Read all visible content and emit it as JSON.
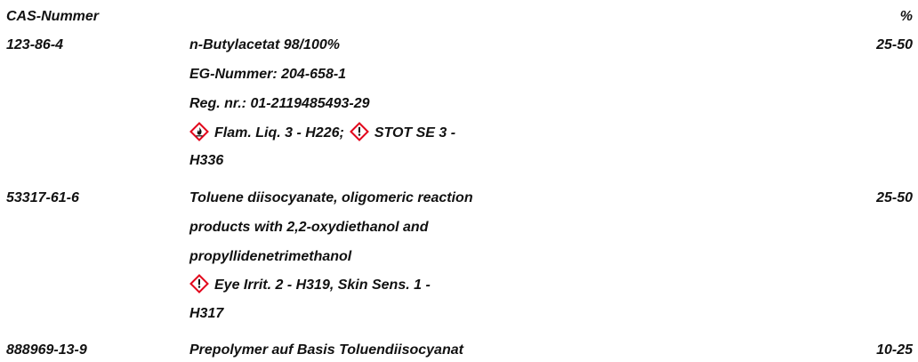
{
  "headers": {
    "cas": "CAS-Nummer",
    "percent": "%"
  },
  "colors": {
    "text": "#111111",
    "pictogram_border": "#e2001a",
    "pictogram_symbol": "#111111"
  },
  "rows": [
    {
      "cas": "123-86-4",
      "name": "n-Butylacetat 98/100%",
      "ec": "EG-Nummer: 204-658-1",
      "reg": "Reg. nr.: 01-2119485493-29",
      "hazard_icon_1": "flame-pictogram-icon",
      "hazard_text_1": "Flam. Liq. 3 - H226;",
      "hazard_icon_2": "exclamation-pictogram-icon",
      "hazard_text_2": "STOT SE 3 -",
      "hazard_cont": "H336",
      "percent": "25-50"
    },
    {
      "cas": "53317-61-6",
      "name_lines": [
        "Toluene diisocyanate, oligomeric reaction",
        "products with 2,2-oxydiethanol and",
        "propyllidenetrimethanol"
      ],
      "hazard_icon_1": "exclamation-pictogram-icon",
      "hazard_text_1": "Eye Irrit. 2 - H319, Skin Sens. 1 -",
      "hazard_cont": "H317",
      "percent": "25-50"
    },
    {
      "cas": "888969-13-9",
      "name": "Prepolymer auf Basis Toluendiisocyanat",
      "percent": "10-25"
    }
  ]
}
